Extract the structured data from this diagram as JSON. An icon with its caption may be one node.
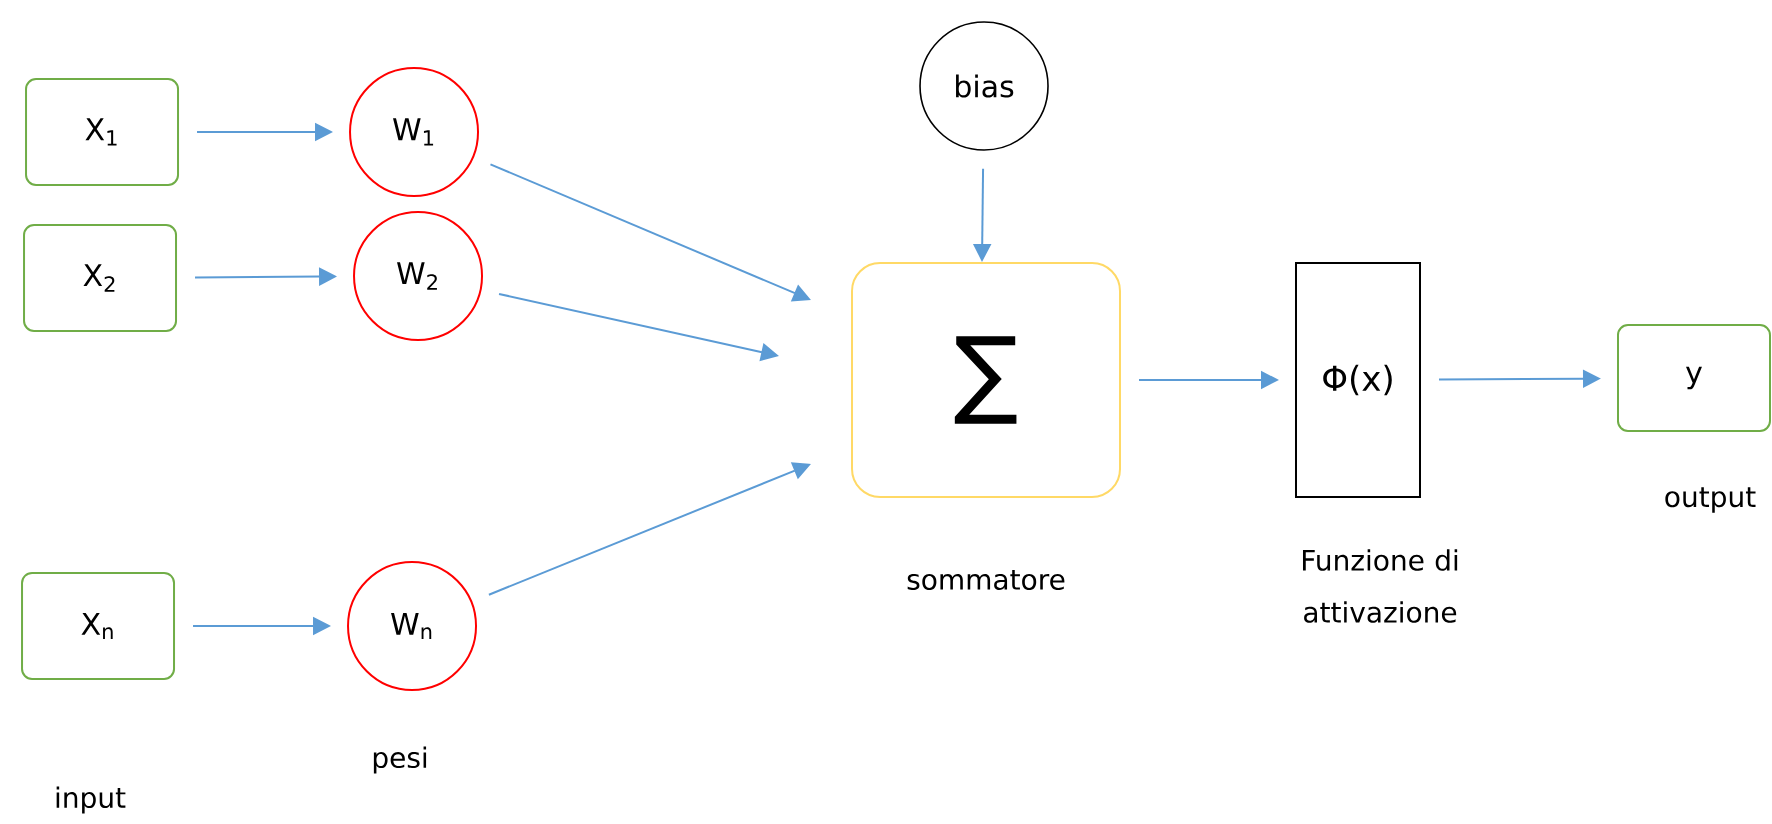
{
  "diagram": {
    "nodes": [
      {
        "text": [
          "X$_{1}$"
        ]
      },
      {
        "text": [
          "X$_{2}$"
        ]
      },
      {
        "text": [
          "X$_{n}$"
        ]
      },
      {
        "text": [
          "W$_{1}$"
        ]
      },
      {
        "text": [
          "W$_{2}$"
        ]
      },
      {
        "text": [
          "W$_{n}$"
        ]
      },
      {
        "text": [
          "bias"
        ]
      },
      {
        "text": [
          "∑"
        ],
        "beside": [
          "sommatore"
        ]
      },
      {
        "text": [
          "Φ(x)"
        ],
        "beside": [
          "Funzione di attivazione"
        ]
      },
      {
        "text": [
          "y"
        ],
        "beside": [
          "output"
        ]
      }
    ],
    "edges": [
      {
        "from": 0,
        "to": 3,
        "arrow": "to"
      },
      {
        "from": 1,
        "to": 4,
        "arrow": "to"
      },
      {
        "from": 2,
        "to": 5,
        "arrow": "to"
      },
      {
        "from": 3,
        "to": 7,
        "arrow": "to"
      },
      {
        "from": 4,
        "to": 7,
        "arrow": "to"
      },
      {
        "from": 5,
        "to": 7,
        "arrow": "to"
      },
      {
        "from": 6,
        "to": 7,
        "arrow": "to"
      },
      {
        "from": 7,
        "to": 8,
        "arrow": "to"
      },
      {
        "from": 8,
        "to": 9,
        "arrow": "to"
      }
    ],
    "labels": [
      "input",
      "pesi"
    ]
  }
}
